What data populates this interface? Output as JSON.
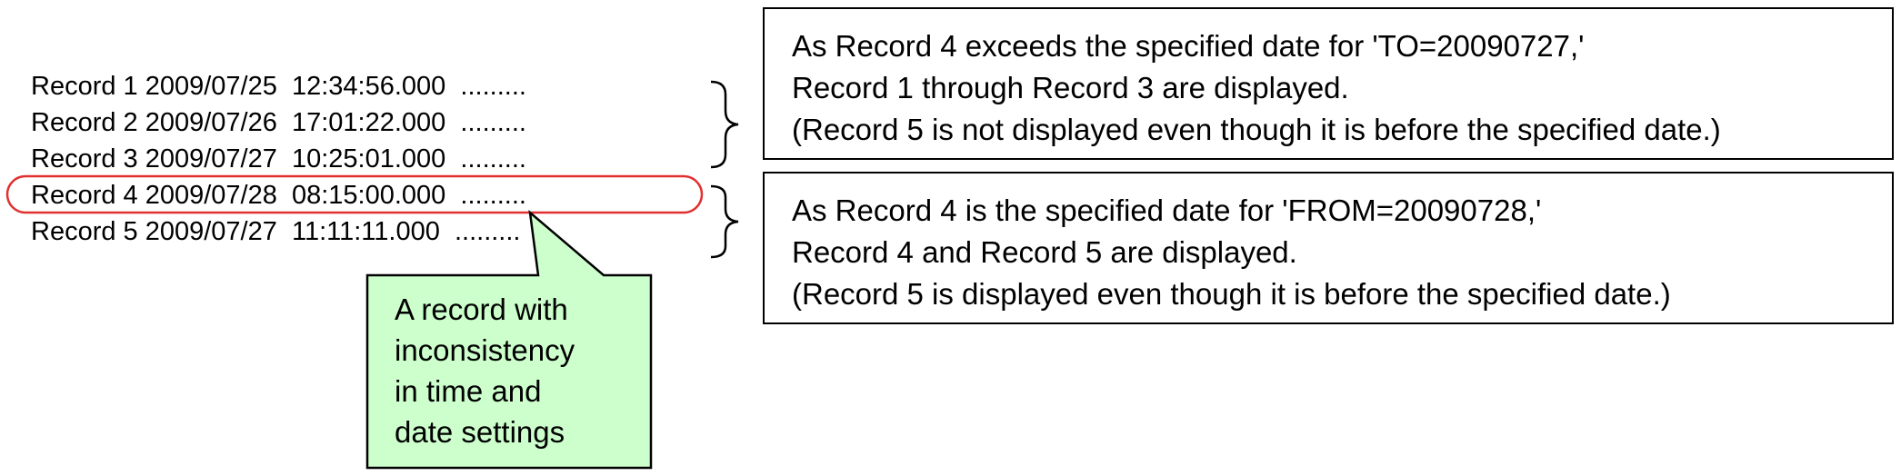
{
  "records": [
    "Record 1 2009/07/25  12:34:56.000  .........",
    "Record 2 2009/07/26  17:01:22.000  .........",
    "Record 3 2009/07/27  10:25:01.000  .........",
    "Record 4 2009/07/28  08:15:00.000  .........",
    "Record 5 2009/07/27  11:11:11.000  ........."
  ],
  "to_box": {
    "line1": "As Record 4 exceeds the specified date for 'TO=20090727,'",
    "line2": "Record 1 through Record 3 are displayed.",
    "line3": "(Record 5 is not displayed even though it is before the specified date.)"
  },
  "from_box": {
    "line1": "As Record 4 is the specified date for 'FROM=20090728,'",
    "line2": "Record 4 and Record 5 are displayed.",
    "line3": "(Record 5 is displayed even though it is before the specified date.)"
  },
  "callout": {
    "lines": [
      "A record with",
      "inconsistency",
      "in time and",
      "date settings"
    ]
  },
  "colors": {
    "highlight": "#e03030",
    "callout_fill": "#ccffcc",
    "stroke": "#000000"
  }
}
